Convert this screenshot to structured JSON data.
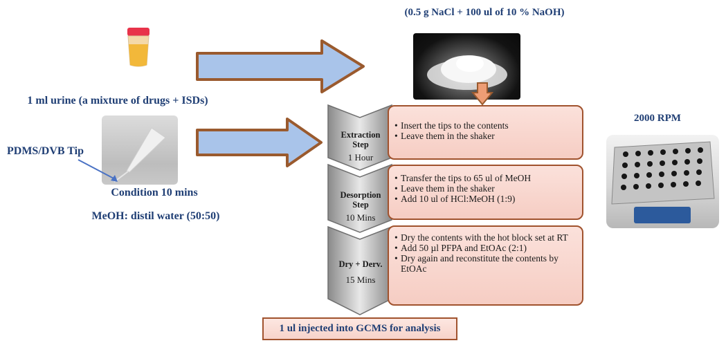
{
  "reagent_label": "(0.5 g NaCl + 100 ul of 10 % NaOH)",
  "urine_label": "1 ml urine (a mixture of drugs + ISDs)",
  "tip_label": "PDMS/DVB Tip",
  "condition_label": "Condition 10 mins",
  "meoh_label": "MeOH: distil water (50:50)",
  "rpm_label": "2000 RPM",
  "steps": [
    {
      "title": "Extraction Step",
      "title_line1": "Extraction",
      "title_line2": "Step",
      "time": "1 Hour",
      "items": [
        "Insert the tips to the contents",
        "Leave them in the shaker"
      ]
    },
    {
      "title": "Desorption Step",
      "title_line1": "Desorption",
      "title_line2": "Step",
      "time": "10 Mins",
      "items": [
        "Transfer the tips to 65 ul of MeOH",
        "Leave them in the shaker",
        "Add 10 ul of HCl:MeOH (1:9)"
      ]
    },
    {
      "title": "Dry + Derv.",
      "time": "15 Mins",
      "items": [
        "Dry the contents with the hot block set at RT",
        "Add 50 µl PFPA and EtOAc (2:1)",
        "Dry again and reconstitute the contents by EtOAc"
      ]
    }
  ],
  "bottom_label": "1 ul injected into GCMS for analysis",
  "colors": {
    "title_blue": "#1f3e74",
    "arrow_fill": "#a9c4ea",
    "arrow_border": "#9a5a2e",
    "box_fill": "#f8d6cd",
    "chevron_gray": "#b5b5b5"
  }
}
